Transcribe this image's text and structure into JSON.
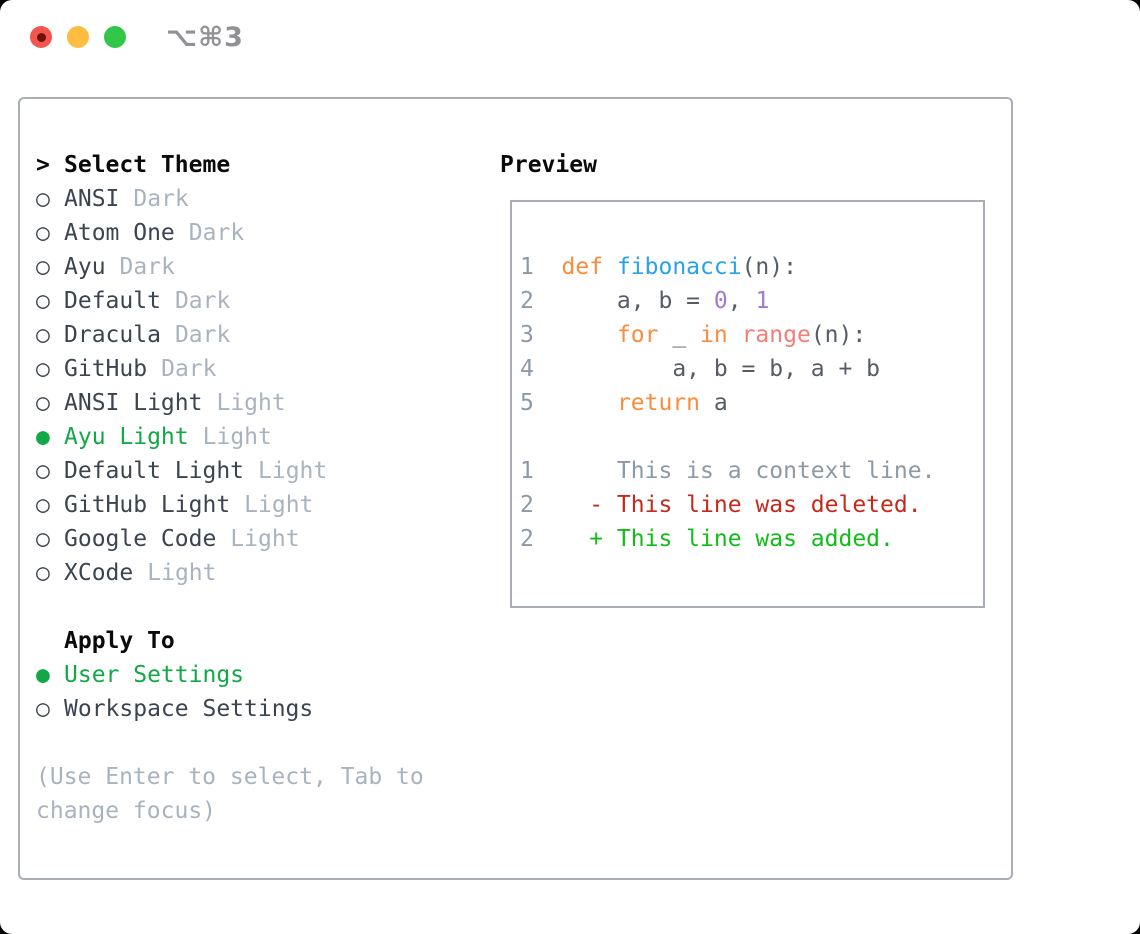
{
  "window": {
    "shortcut": "⌥⌘3"
  },
  "theme_selector": {
    "title_prefix": ">",
    "title": "Select Theme",
    "items": [
      {
        "marker": "○",
        "name": "ANSI",
        "variant": "Dark",
        "selected": false
      },
      {
        "marker": "○",
        "name": "Atom One",
        "variant": "Dark",
        "selected": false
      },
      {
        "marker": "○",
        "name": "Ayu",
        "variant": "Dark",
        "selected": false
      },
      {
        "marker": "○",
        "name": "Default",
        "variant": "Dark",
        "selected": false
      },
      {
        "marker": "○",
        "name": "Dracula",
        "variant": "Dark",
        "selected": false
      },
      {
        "marker": "○",
        "name": "GitHub",
        "variant": "Dark",
        "selected": false
      },
      {
        "marker": "○",
        "name": "ANSI Light",
        "variant": "Light",
        "selected": false
      },
      {
        "marker": "●",
        "name": "Ayu Light",
        "variant": "Light",
        "selected": true
      },
      {
        "marker": "○",
        "name": "Default Light",
        "variant": "Light",
        "selected": false
      },
      {
        "marker": "○",
        "name": "GitHub Light",
        "variant": "Light",
        "selected": false
      },
      {
        "marker": "○",
        "name": "Google Code",
        "variant": "Light",
        "selected": false
      },
      {
        "marker": "○",
        "name": "XCode",
        "variant": "Light",
        "selected": false
      }
    ]
  },
  "apply_to": {
    "title": "Apply To",
    "options": [
      {
        "marker": "●",
        "label": "User Settings",
        "selected": true
      },
      {
        "marker": "○",
        "label": "Workspace Settings",
        "selected": false
      }
    ]
  },
  "help": {
    "line1": "(Use Enter to select, Tab to",
    "line2": "change focus)"
  },
  "preview": {
    "title": "Preview",
    "code": [
      {
        "num": "1  ",
        "p1": "def ",
        "p2": "fibonacci",
        "p3": "(n):"
      },
      {
        "num": "2  ",
        "p1": "    a, b = ",
        "p2": "0",
        "p3": ", ",
        "p4": "1"
      },
      {
        "num": "3  ",
        "p1": "    ",
        "p2": "for ",
        "p3": "_ ",
        "p4": "in ",
        "p5": "range",
        "p6": "(n):"
      },
      {
        "num": "4  ",
        "p1": "        a, b = b, a + b"
      },
      {
        "num": "5  ",
        "p1": "    ",
        "p2": "return ",
        "p3": "a"
      },
      {
        "num": "",
        "p1": ""
      },
      {
        "num": "1  ",
        "p1": "    This is a context line."
      },
      {
        "num": "2  ",
        "p1": "  - This line was deleted."
      },
      {
        "num": "2  ",
        "p1": "  + This line was added."
      }
    ]
  },
  "colors": {
    "selected_green": "#12a845",
    "added_green": "#12bd18",
    "deleted_red": "#c42a1c",
    "keyword_orange": "#f98d3d",
    "function_blue": "#2aa2e8",
    "number_purple": "#a37acc",
    "builtin_coral": "#f57d74",
    "muted_gray": "#a9b3bf",
    "line_number_gray": "#8d99a6",
    "item_text": "#3c4450",
    "border_gray": "#a9aeb6",
    "traffic_red": "#f2564e",
    "traffic_yellow": "#fcbd40",
    "traffic_green": "#33c748"
  }
}
